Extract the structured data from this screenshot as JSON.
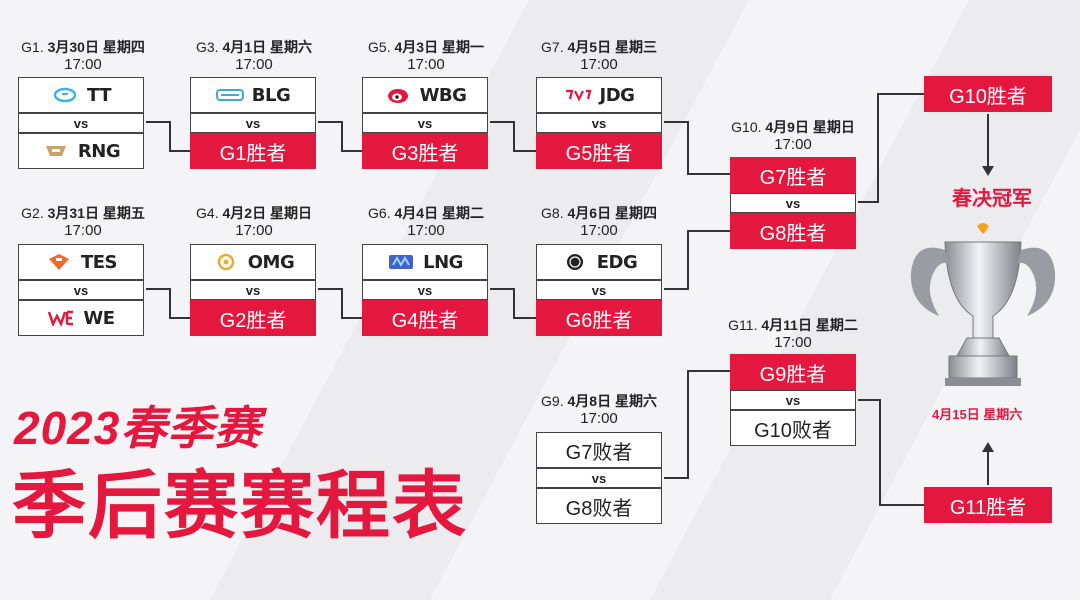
{
  "title": {
    "year_line": "2023春季赛",
    "main_line": "季后赛赛程表"
  },
  "vs_label": "vs",
  "games": {
    "g1": {
      "label": "G1.",
      "date": "3月30日 星期四",
      "time": "17:00"
    },
    "g2": {
      "label": "G2.",
      "date": "3月31日 星期五",
      "time": "17:00"
    },
    "g3": {
      "label": "G3.",
      "date": "4月1日 星期六",
      "time": "17:00"
    },
    "g4": {
      "label": "G4.",
      "date": "4月2日 星期日",
      "time": "17:00"
    },
    "g5": {
      "label": "G5.",
      "date": "4月3日 星期一",
      "time": "17:00"
    },
    "g6": {
      "label": "G6.",
      "date": "4月4日 星期二",
      "time": "17:00"
    },
    "g7": {
      "label": "G7.",
      "date": "4月5日 星期三",
      "time": "17:00"
    },
    "g8": {
      "label": "G8.",
      "date": "4月6日 星期四",
      "time": "17:00"
    },
    "g9": {
      "label": "G9.",
      "date": "4月8日 星期六",
      "time": "17:00"
    },
    "g10": {
      "label": "G10.",
      "date": "4月9日 星期日",
      "time": "17:00"
    },
    "g11": {
      "label": "G11.",
      "date": "4月11日 星期二",
      "time": "17:00"
    }
  },
  "teams": {
    "tt": "TT",
    "rng": "RNG",
    "blg": "BLG",
    "wbg": "WBG",
    "jdg": "JDG",
    "tes": "TES",
    "we": "WE",
    "omg": "OMG",
    "lng": "LNG",
    "edg": "EDG"
  },
  "slots": {
    "g1_winner": "G1胜者",
    "g2_winner": "G2胜者",
    "g3_winner": "G3胜者",
    "g4_winner": "G4胜者",
    "g5_winner": "G5胜者",
    "g6_winner": "G6胜者",
    "g7_winner": "G7胜者",
    "g8_winner": "G8胜者",
    "g9_winner": "G9胜者",
    "g10_winner": "G10胜者",
    "g11_winner": "G11胜者",
    "g7_loser": "G7败者",
    "g8_loser": "G8败者",
    "g10_loser": "G10败者"
  },
  "final": {
    "title": "春决冠军",
    "date": "4月15日 星期六"
  },
  "colors": {
    "accent": "#e4173f",
    "line": "#333333"
  }
}
